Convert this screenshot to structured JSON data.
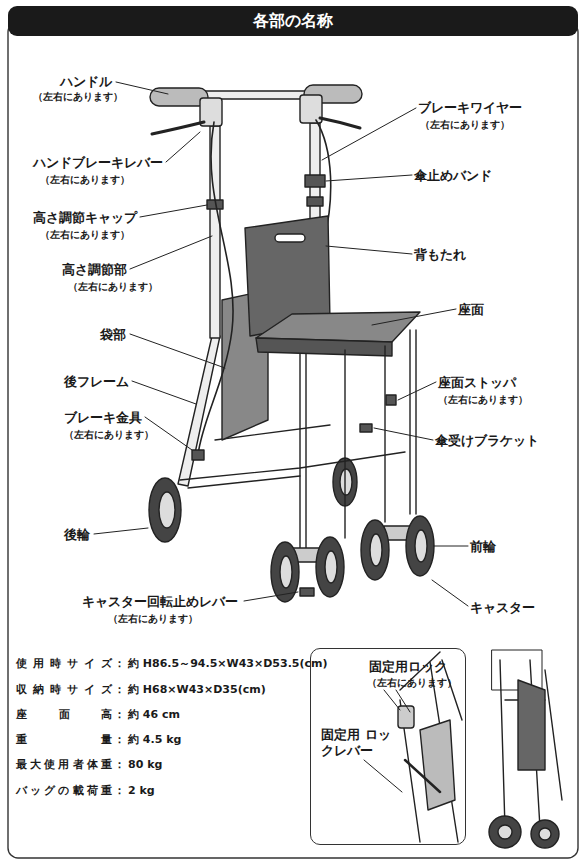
{
  "diagram": {
    "title": "各部の名称",
    "nodes": [
      {
        "text": [
          "固定用ロック",
          "（左右にあります）",
          "固定用 ロックレバー"
        ]
      }
    ],
    "labels": [
      "ハンドル",
      "（左右にあります）",
      "ハンドブレーキレバー",
      "（左右にあります）",
      "高さ調節キャップ",
      "（左右にあります）",
      "高さ調節部",
      "（左右にあります）",
      "袋部",
      "後フレーム",
      "ブレーキ金具",
      "（左右にあります）",
      "後輪",
      "キャスター回転止めレバー",
      "（左右にあります）",
      "ブレーキワイヤー",
      "（左右にあります）",
      "傘止めバンド",
      "背もたれ",
      "座面",
      "座面ストッパ",
      "（左右にあります）",
      "傘受けブラケット",
      "前輪",
      "キャスター",
      "使用時サイズ",
      "：",
      "約 H86.5～94.5×W43×D53.5(cm)",
      "収納時サイズ",
      "：",
      "約 H68×W43×D35(cm)",
      "座面高",
      "：",
      "約 46 cm",
      "重量",
      "：",
      "約 4.5 kg",
      "最大使用者体重",
      "：",
      "80 kg",
      "バッグの載荷重",
      "：",
      "2 kg"
    ]
  }
}
